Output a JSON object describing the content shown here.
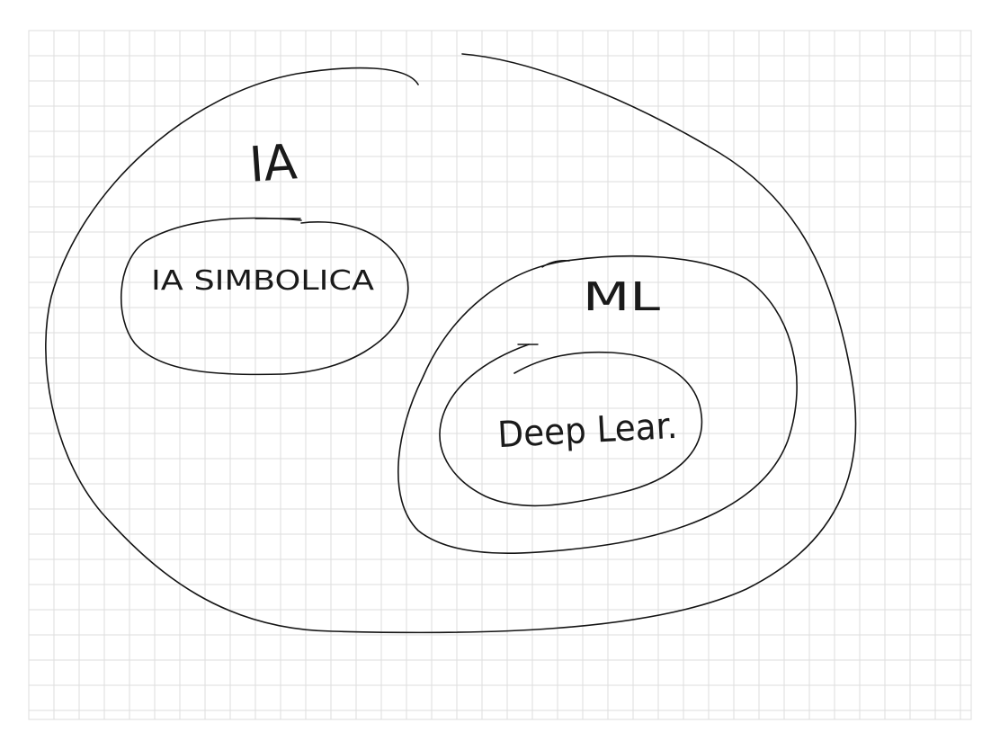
{
  "colors": {
    "background": "#ffffff",
    "grid": "#dedede",
    "ink": "#141414"
  },
  "diagram": {
    "sets": [
      {
        "id": "ia",
        "label": "IA"
      },
      {
        "id": "ia-simbolica",
        "label": "IA SIMBOLICA"
      },
      {
        "id": "ml",
        "label": "ML"
      },
      {
        "id": "deep-learning",
        "label": "Deep Lear."
      }
    ]
  }
}
